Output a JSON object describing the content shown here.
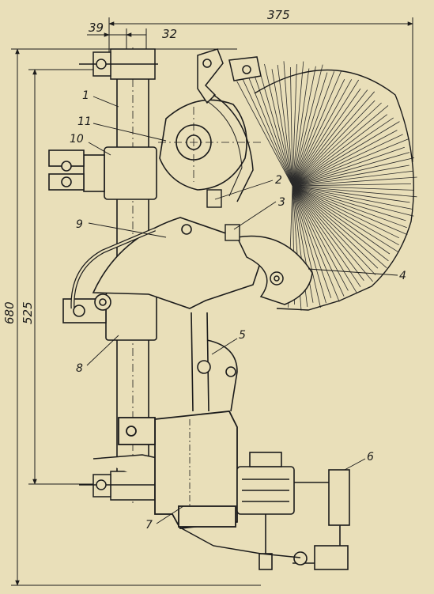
{
  "dimensions": {
    "top_offset_a": "39",
    "top_offset_b": "32",
    "overall_width": "375",
    "overall_height": "680",
    "inner_height": "525"
  },
  "part_labels": [
    "1",
    "2",
    "3",
    "4",
    "5",
    "6",
    "7",
    "8",
    "9",
    "10",
    "11"
  ],
  "colors": {
    "paper": "#e9dfb9",
    "ink": "#1b1b1b",
    "hatch": "#2a2a2a"
  }
}
